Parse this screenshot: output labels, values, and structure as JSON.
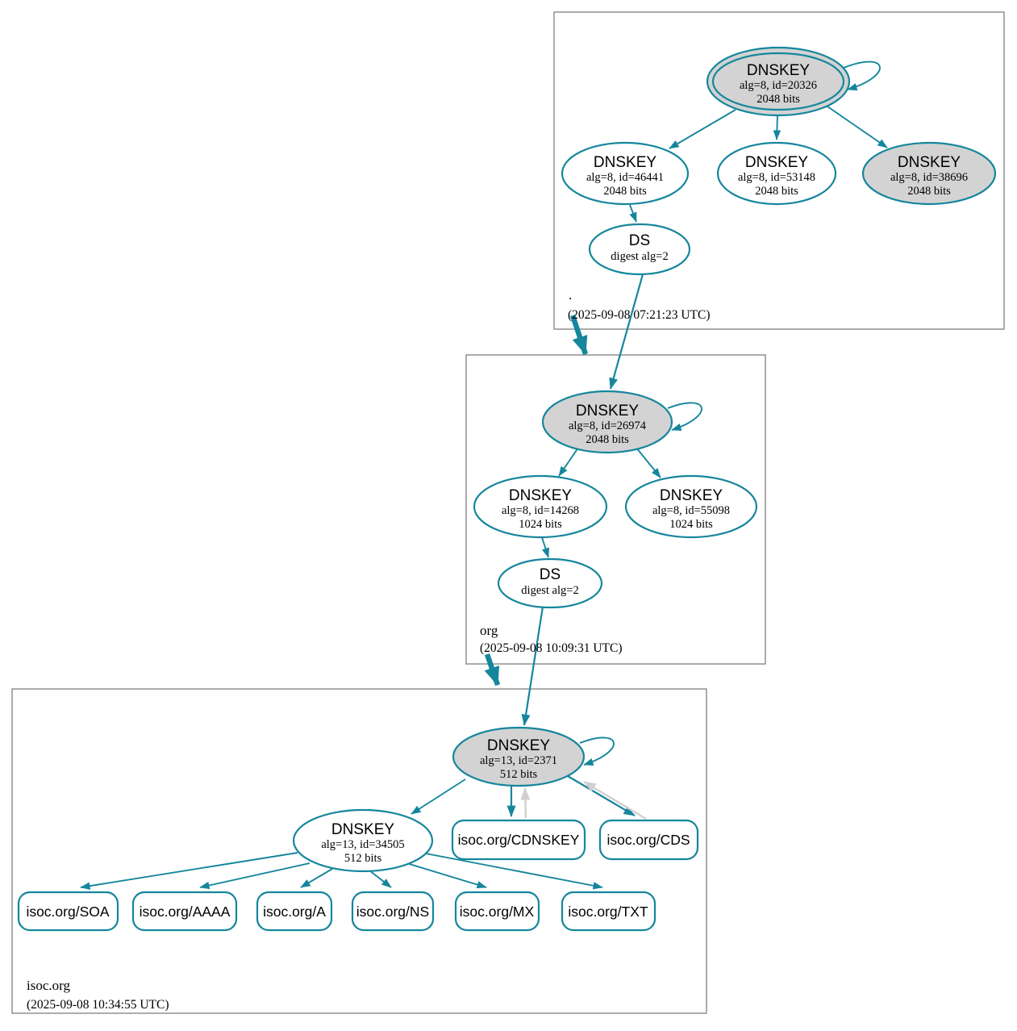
{
  "colors": {
    "teal": "#15869c",
    "node_fill": "#d3d3d3",
    "edge_gray": "#d0d0d0",
    "box_border": "#808080",
    "background": "#ffffff"
  },
  "zones": {
    "root": {
      "name": ".",
      "timestamp": "(2025-09-08 07:21:23 UTC)",
      "nodes": {
        "ksk": {
          "title": "DNSKEY",
          "detail": "alg=8, id=20326",
          "bits": "2048 bits"
        },
        "zsk_46441": {
          "title": "DNSKEY",
          "detail": "alg=8, id=46441",
          "bits": "2048 bits"
        },
        "zsk_53148": {
          "title": "DNSKEY",
          "detail": "alg=8, id=53148",
          "bits": "2048 bits"
        },
        "ksk_38696": {
          "title": "DNSKEY",
          "detail": "alg=8, id=38696",
          "bits": "2048 bits"
        },
        "ds": {
          "title": "DS",
          "detail": "digest alg=2"
        }
      }
    },
    "org": {
      "name": "org",
      "timestamp": "(2025-09-08 10:09:31 UTC)",
      "nodes": {
        "ksk": {
          "title": "DNSKEY",
          "detail": "alg=8, id=26974",
          "bits": "2048 bits"
        },
        "zsk_14268": {
          "title": "DNSKEY",
          "detail": "alg=8, id=14268",
          "bits": "1024 bits"
        },
        "zsk_55098": {
          "title": "DNSKEY",
          "detail": "alg=8, id=55098",
          "bits": "1024 bits"
        },
        "ds": {
          "title": "DS",
          "detail": "digest alg=2"
        }
      }
    },
    "isoc": {
      "name": "isoc.org",
      "timestamp": "(2025-09-08 10:34:55 UTC)",
      "nodes": {
        "ksk": {
          "title": "DNSKEY",
          "detail": "alg=13, id=2371",
          "bits": "512 bits"
        },
        "zsk": {
          "title": "DNSKEY",
          "detail": "alg=13, id=34505",
          "bits": "512 bits"
        },
        "cdnskey": {
          "label": "isoc.org/CDNSKEY"
        },
        "cds": {
          "label": "isoc.org/CDS"
        },
        "rrsets": [
          {
            "label": "isoc.org/SOA"
          },
          {
            "label": "isoc.org/AAAA"
          },
          {
            "label": "isoc.org/A"
          },
          {
            "label": "isoc.org/NS"
          },
          {
            "label": "isoc.org/MX"
          },
          {
            "label": "isoc.org/TXT"
          }
        ]
      }
    }
  }
}
